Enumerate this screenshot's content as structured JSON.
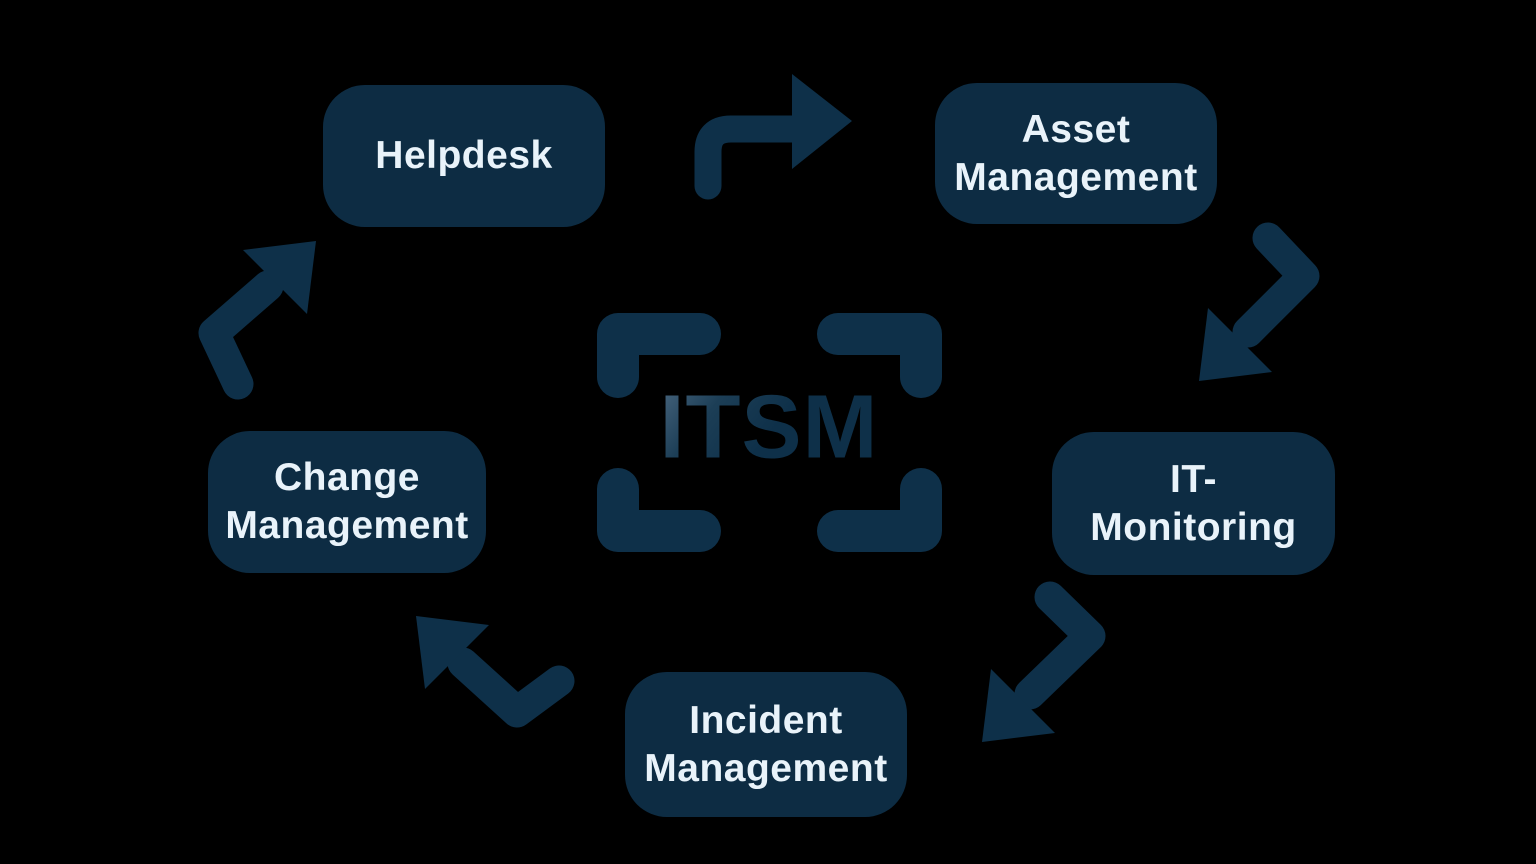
{
  "diagram": {
    "center": {
      "label": "ITSM"
    },
    "nodes": [
      {
        "id": "helpdesk",
        "label": "Helpdesk"
      },
      {
        "id": "asset-management",
        "label": "Asset Management"
      },
      {
        "id": "it-monitoring",
        "label": "IT-Monitoring"
      },
      {
        "id": "incident-management",
        "label": "Incident Management"
      },
      {
        "id": "change-management",
        "label": "Change Management"
      }
    ],
    "connections": [
      {
        "from": "Helpdesk",
        "to": "Asset Management"
      },
      {
        "from": "Asset Management",
        "to": "IT-Monitoring"
      },
      {
        "from": "IT-Monitoring",
        "to": "Incident Management"
      },
      {
        "from": "Incident Management",
        "to": "Change Management"
      },
      {
        "from": "Change Management",
        "to": "Helpdesk"
      }
    ],
    "colors": {
      "background": "#000000",
      "node_fill": "#0d2c43",
      "node_text": "#e9f3fa",
      "arrow": "#0e3049",
      "bracket_highlight": "#5e7b94"
    }
  }
}
